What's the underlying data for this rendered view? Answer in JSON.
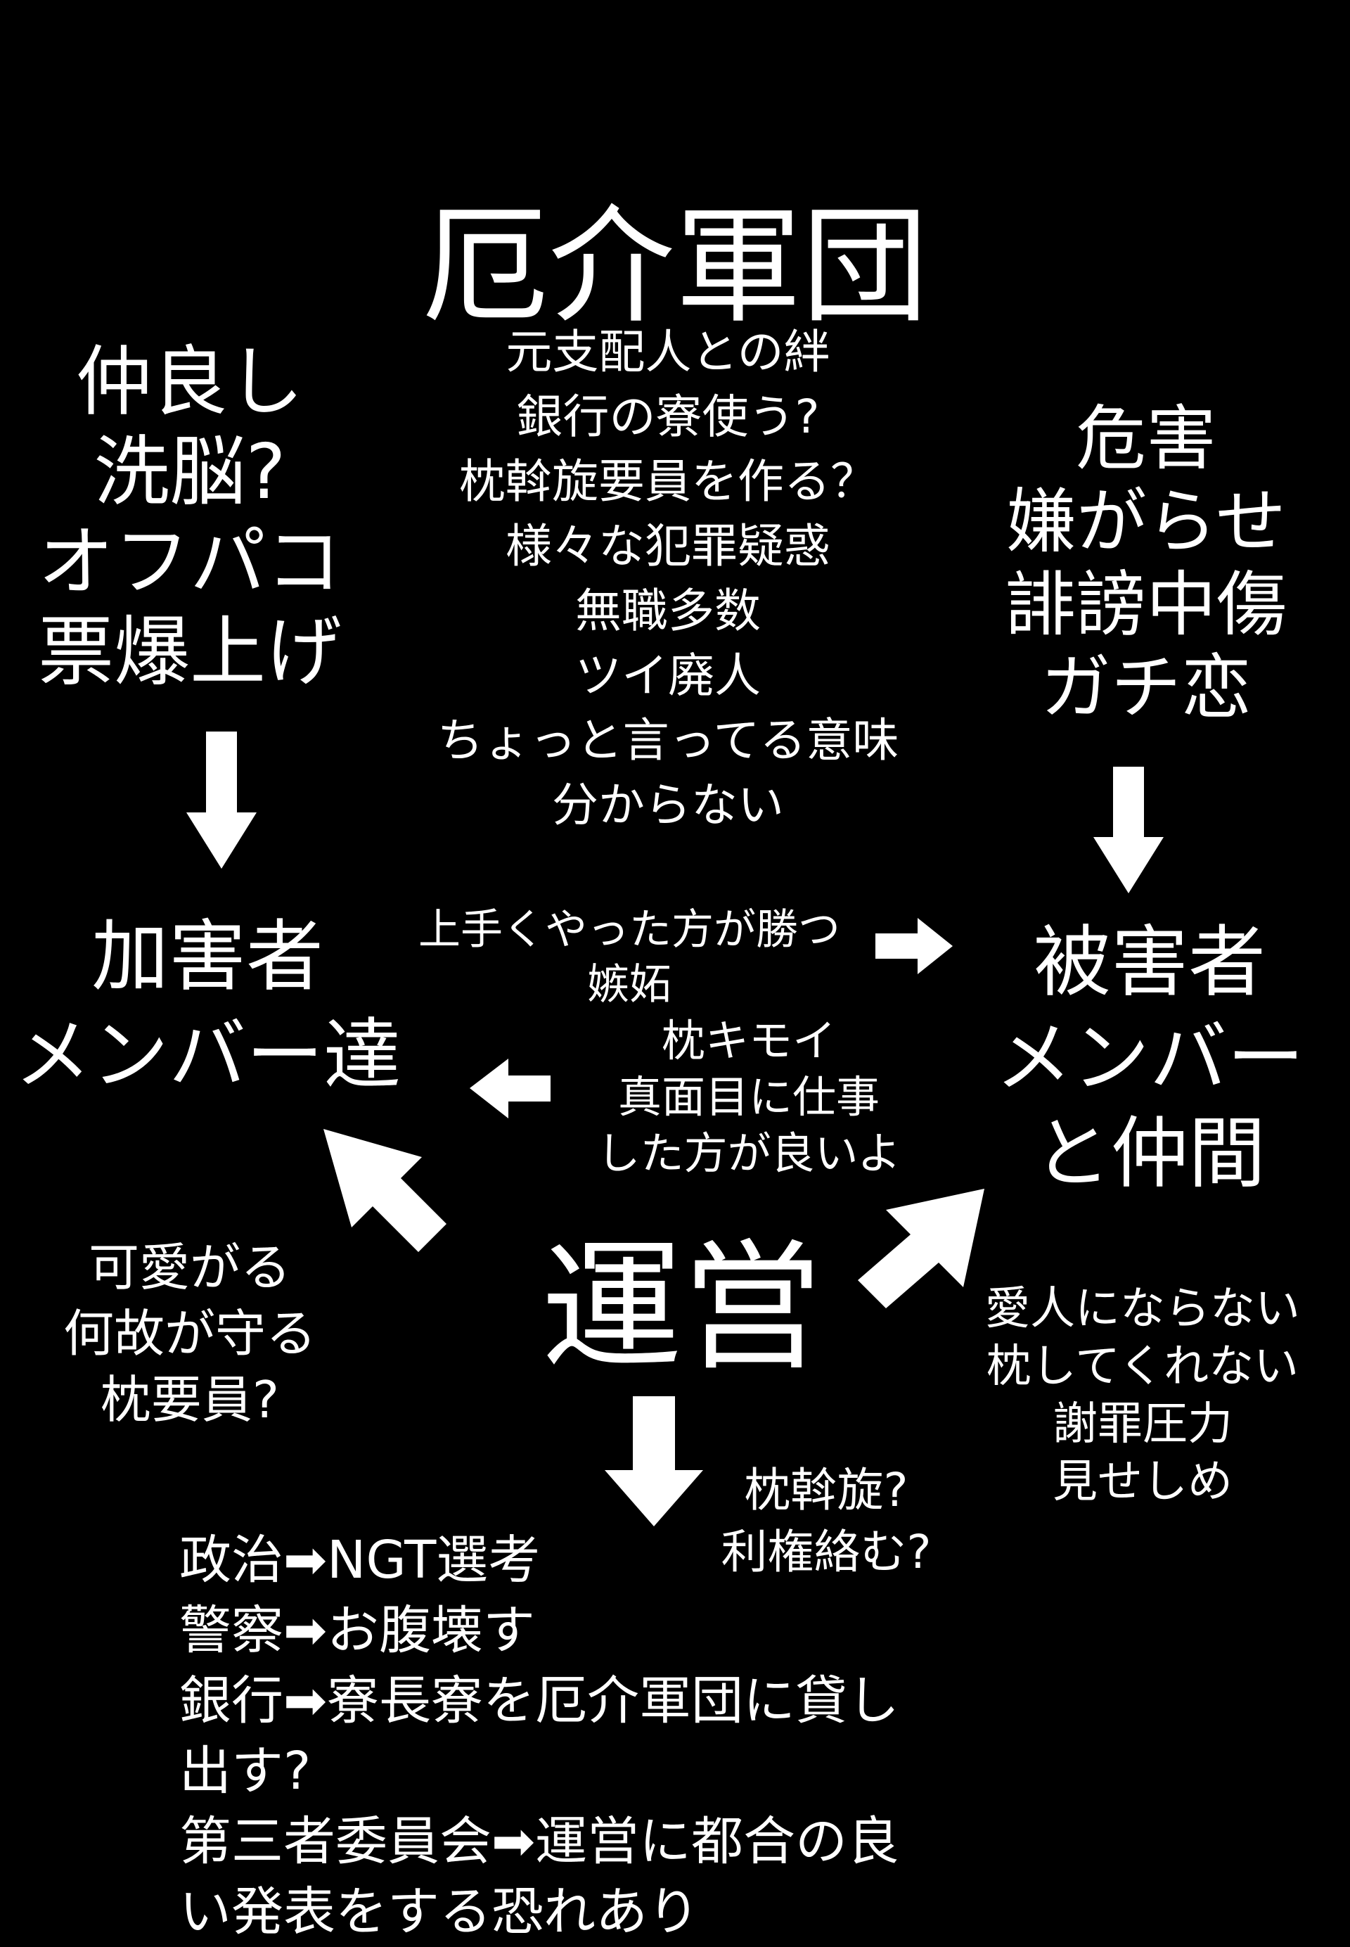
{
  "title": "厄介軍団",
  "yakkai_notes": [
    "元支配人との絆",
    "銀行の寮使う?",
    "枕斡旋要員を作る？",
    "様々な犯罪疑惑",
    "無職多数",
    "ツイ廃人",
    "ちょっと言ってる意味",
    "分からない"
  ],
  "left_notes": [
    "仲良し",
    "洗脳?",
    "オフパコ",
    "票爆上げ"
  ],
  "right_notes": [
    "危害",
    "嫌がらせ",
    "誹謗中傷",
    "ガチ恋"
  ],
  "perpetrators": [
    "加害者",
    "メンバー達"
  ],
  "victims": [
    "被害者",
    "メンバー",
    "と仲間"
  ],
  "envy_notes": [
    "上手くやった方が勝つ",
    "嫉妬"
  ],
  "victim_to_perp_notes": [
    "枕キモイ",
    "真面目に仕事",
    "した方が良いよ"
  ],
  "management": "運営",
  "mgmt_left_notes": [
    "可愛がる",
    "何故が守る",
    "枕要員?"
  ],
  "mgmt_right_notes": [
    "愛人にならない",
    "枕してくれない",
    "謝罪圧力",
    "見せしめ"
  ],
  "mgmt_down_notes": [
    "枕斡旋?",
    "利権絡む?"
  ],
  "bottom_notes": [
    "政治➡NGT選考",
    "警察➡お腹壊す",
    "銀行➡寮長寮を厄介軍団に貸し",
    "出す?",
    "第三者委員会➡運営に都合の良",
    "い発表をする恐れあり"
  ]
}
